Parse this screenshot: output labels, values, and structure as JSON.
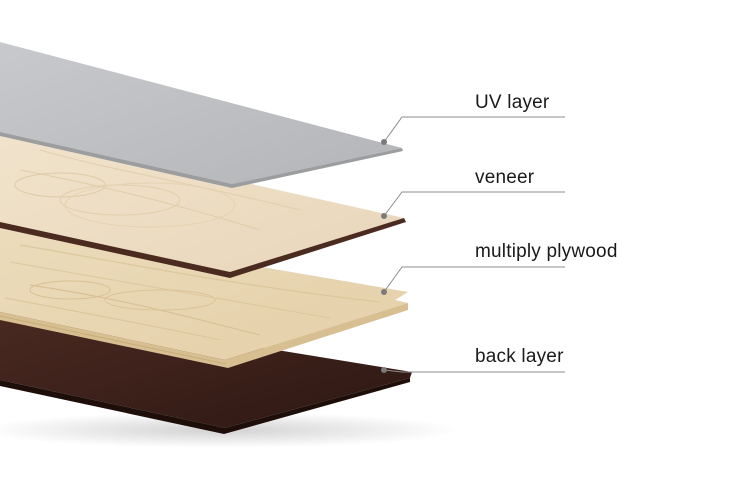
{
  "diagram": {
    "layers": [
      {
        "id": "uv",
        "label": "UV layer"
      },
      {
        "id": "veneer",
        "label": "veneer"
      },
      {
        "id": "plywood",
        "label": "multiply plywood"
      },
      {
        "id": "back",
        "label": "back layer"
      }
    ],
    "colors": {
      "uv_layer": "#b9bbbe",
      "veneer": "#ecdcc4",
      "plywood": "#e9d6b2",
      "back_layer": "#3a1f19",
      "leader_line": "#8c8c8c"
    }
  }
}
